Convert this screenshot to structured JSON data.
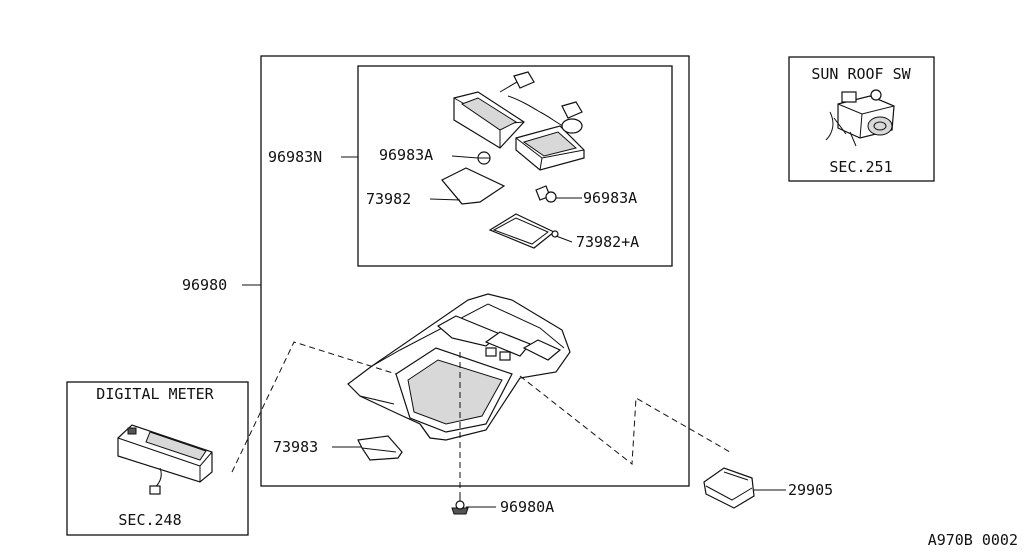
{
  "labels": {
    "sunroof_title": "SUN ROOF SW",
    "sunroof_sec": "SEC.251",
    "digital_title": "DIGITAL METER",
    "digital_sec": "SEC.248",
    "p96983N": "96983N",
    "p96983A_1": "96983A",
    "p96983A_2": "96983A",
    "p73982": "73982",
    "p73982A": "73982+A",
    "p96980": "96980",
    "p73983": "73983",
    "p96980A": "96980A",
    "p29905": "29905",
    "diagram_code": "A970B 0002"
  }
}
